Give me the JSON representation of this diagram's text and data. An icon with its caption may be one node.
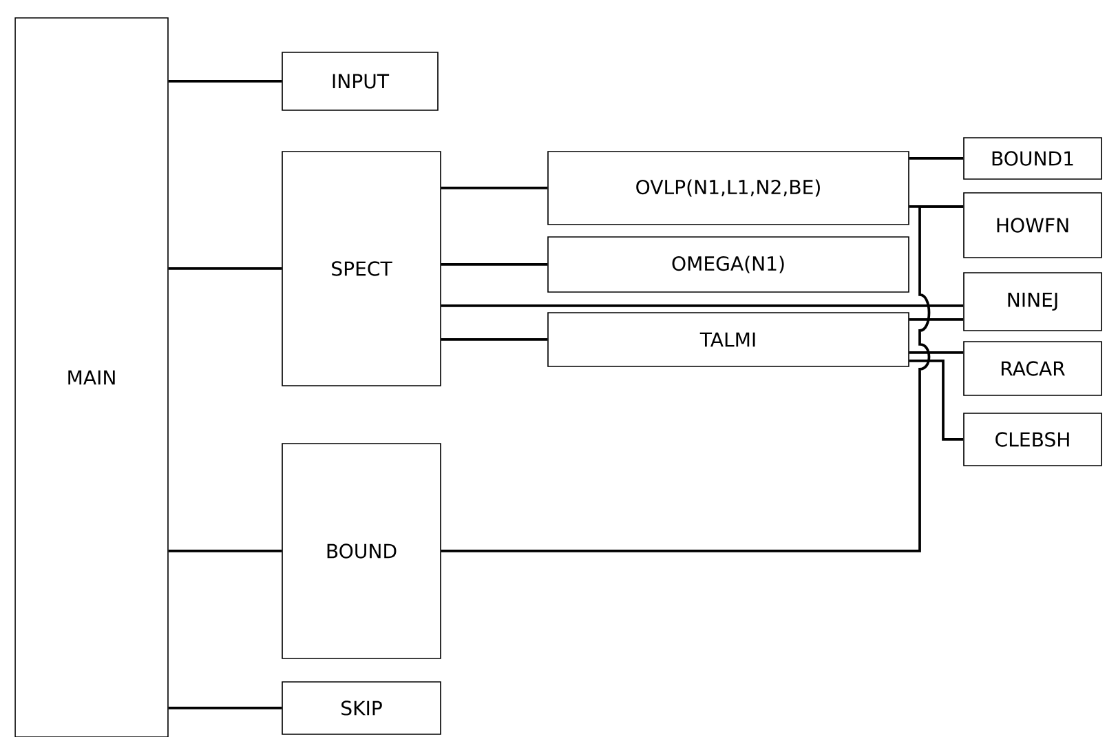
{
  "diagram": {
    "nodes": [
      {
        "text": [
          "MAIN"
        ]
      },
      {
        "text": [
          "INPUT"
        ]
      },
      {
        "text": [
          "SPECT"
        ]
      },
      {
        "text": [
          "BOUND"
        ]
      },
      {
        "text": [
          "SKIP"
        ]
      },
      {
        "text": [
          "OVLP(N1,L1,N2,BE)"
        ]
      },
      {
        "text": [
          "OMEGA(N1)"
        ]
      },
      {
        "text": [
          "TALMI"
        ]
      },
      {
        "text": [
          "BOUND1"
        ]
      },
      {
        "text": [
          "HOWFN"
        ]
      },
      {
        "text": [
          "NINEJ"
        ]
      },
      {
        "text": [
          "RACAR"
        ]
      },
      {
        "text": [
          "CLEBSH"
        ]
      }
    ],
    "edges": [
      {
        "from": 0,
        "to": 1,
        "arrow": "none"
      },
      {
        "from": 0,
        "to": 2,
        "arrow": "none"
      },
      {
        "from": 0,
        "to": 3,
        "arrow": "none"
      },
      {
        "from": 0,
        "to": 4,
        "arrow": "none"
      },
      {
        "from": 2,
        "to": 5,
        "arrow": "none"
      },
      {
        "from": 2,
        "to": 6,
        "arrow": "none"
      },
      {
        "from": 2,
        "to": 10,
        "arrow": "none"
      },
      {
        "from": 2,
        "to": 7,
        "arrow": "none"
      },
      {
        "from": 5,
        "to": 8,
        "arrow": "none"
      },
      {
        "from": 5,
        "to": 9,
        "arrow": "none"
      },
      {
        "from": 3,
        "to": 9,
        "arrow": "none"
      },
      {
        "from": 7,
        "to": 10,
        "arrow": "none"
      },
      {
        "from": 7,
        "to": 11,
        "arrow": "none"
      },
      {
        "from": 7,
        "to": 12,
        "arrow": "none"
      }
    ]
  }
}
